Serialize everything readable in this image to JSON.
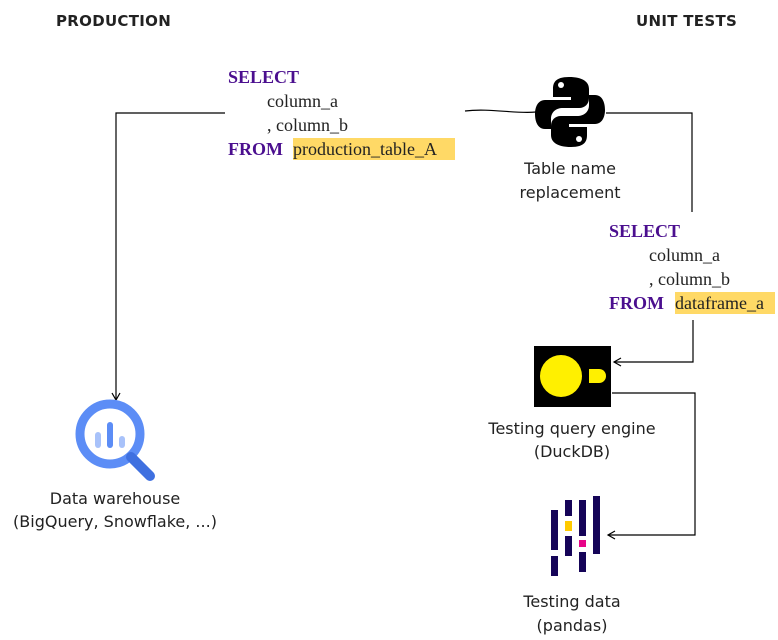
{
  "headings": {
    "production": "PRODUCTION",
    "unit_tests": "UNIT TESTS"
  },
  "production_sql": {
    "select": "SELECT",
    "col_a": "column_a",
    "col_b": ", column_b",
    "from": "FROM",
    "table": "production_table_A"
  },
  "test_sql": {
    "select": "SELECT",
    "col_a": "column_a",
    "col_b": ", column_b",
    "from": "FROM",
    "table": "dataframe_a"
  },
  "nodes": {
    "python_line1": "Table name",
    "python_line2": "replacement",
    "warehouse_line1": "Data warehouse",
    "warehouse_line2": "(BigQuery, Snowflake, ...)",
    "duckdb_line1": "Testing query engine",
    "duckdb_line2": "(DuckDB)",
    "pandas_line1": "Testing data",
    "pandas_line2": "(pandas)"
  },
  "icons": {
    "python": "python-logo-icon",
    "bigquery": "bigquery-magnifier-icon",
    "duckdb": "duckdb-logo-icon",
    "pandas": "pandas-logo-icon"
  },
  "colors": {
    "keyword": "#4b0f8f",
    "highlight": "#ffd966",
    "bigquery_blue": "#5c8df6",
    "duckdb_yellow": "#fff000",
    "pandas_navy": "#150458",
    "pandas_yellow": "#ffca00",
    "pandas_pink": "#e70488"
  }
}
